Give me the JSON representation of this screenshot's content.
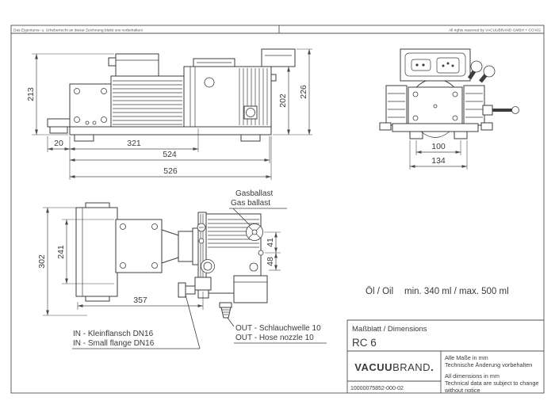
{
  "frame": {
    "copyright_de": "Das Eigentums- u. Urheberrecht an dieser Zeichnung bleibt uns vorbehalten!",
    "rights_en": "All rights reserved by VACUUBRAND GMBH + CO KG"
  },
  "views": {
    "side_top": {
      "dims": {
        "height_motor": "213",
        "height_pump": "202",
        "height_overall": "226",
        "foot_offset": "20",
        "motor_length": "321",
        "length_inner": "524",
        "length_overall": "526"
      }
    },
    "front": {
      "dims": {
        "foot_inner": "100",
        "foot_outer": "134"
      }
    },
    "side_bottom": {
      "dims": {
        "height_overall": "302",
        "height_motor": "241",
        "length": "357",
        "gasballast_offset": "41",
        "port_offset": "48"
      }
    }
  },
  "annotations": {
    "gasballast_de": "Gasballast",
    "gasballast_en": "Gas ballast",
    "in_de": "IN - Kleinflansch DN16",
    "in_en": "IN - Small flange DN16",
    "out_de": "OUT - Schlauchwelle 10",
    "out_en": "OUT - Hose nozzle 10",
    "oil_label": "Öl / Oil",
    "oil_value": "min. 340 ml / max. 500 ml"
  },
  "title_block": {
    "doc_type": "Maßblatt / Dimensions",
    "model": "RC 6",
    "brand_part1": "VACUU",
    "brand_part2": "BRAND",
    "brand_dot": ".",
    "doc_number": "10000075852-000-02",
    "note_de_1": "Alle Maße in mm",
    "note_de_2": "Technische Änderung vorbehalten",
    "note_en_1": "All dimensions in mm",
    "note_en_2": "Technical data are subject to change",
    "note_en_3": "without notice"
  },
  "colors": {
    "line": "#3d3d3d",
    "dim_line": "#4a4a4a",
    "background": "#ffffff"
  }
}
